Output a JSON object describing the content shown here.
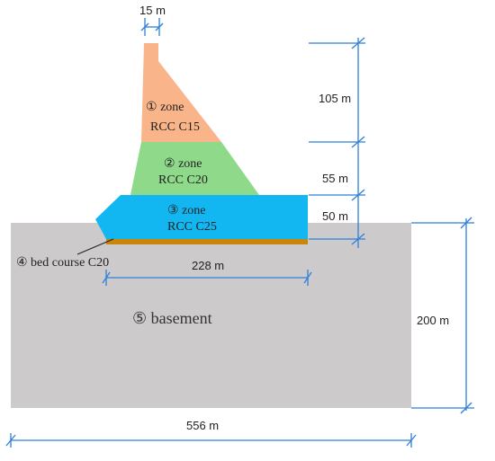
{
  "colors": {
    "zone1": "#f9b48a",
    "zone2": "#8fd98a",
    "zone3": "#12b7f2",
    "bed_course": "#c9860b",
    "basement": "#cdcacb",
    "dimension": "#2f7fd8"
  },
  "dimensions": {
    "crest_width": "15 m",
    "zone1_height": "105 m",
    "zone2_height": "55 m",
    "zone3_height": "50 m",
    "base_width": "228 m",
    "foundation_depth": "200 m",
    "foundation_width": "556 m"
  },
  "zones": {
    "zone1": {
      "number": "①",
      "name": "zone",
      "material": "RCC C15"
    },
    "zone2": {
      "number": "②",
      "name": "zone",
      "material": "RCC C20"
    },
    "zone3": {
      "number": "③",
      "name": "zone",
      "material": "RCC C25"
    }
  },
  "bed_course": {
    "label": "④ bed course C20"
  },
  "basement": {
    "label": "⑤ basement"
  }
}
